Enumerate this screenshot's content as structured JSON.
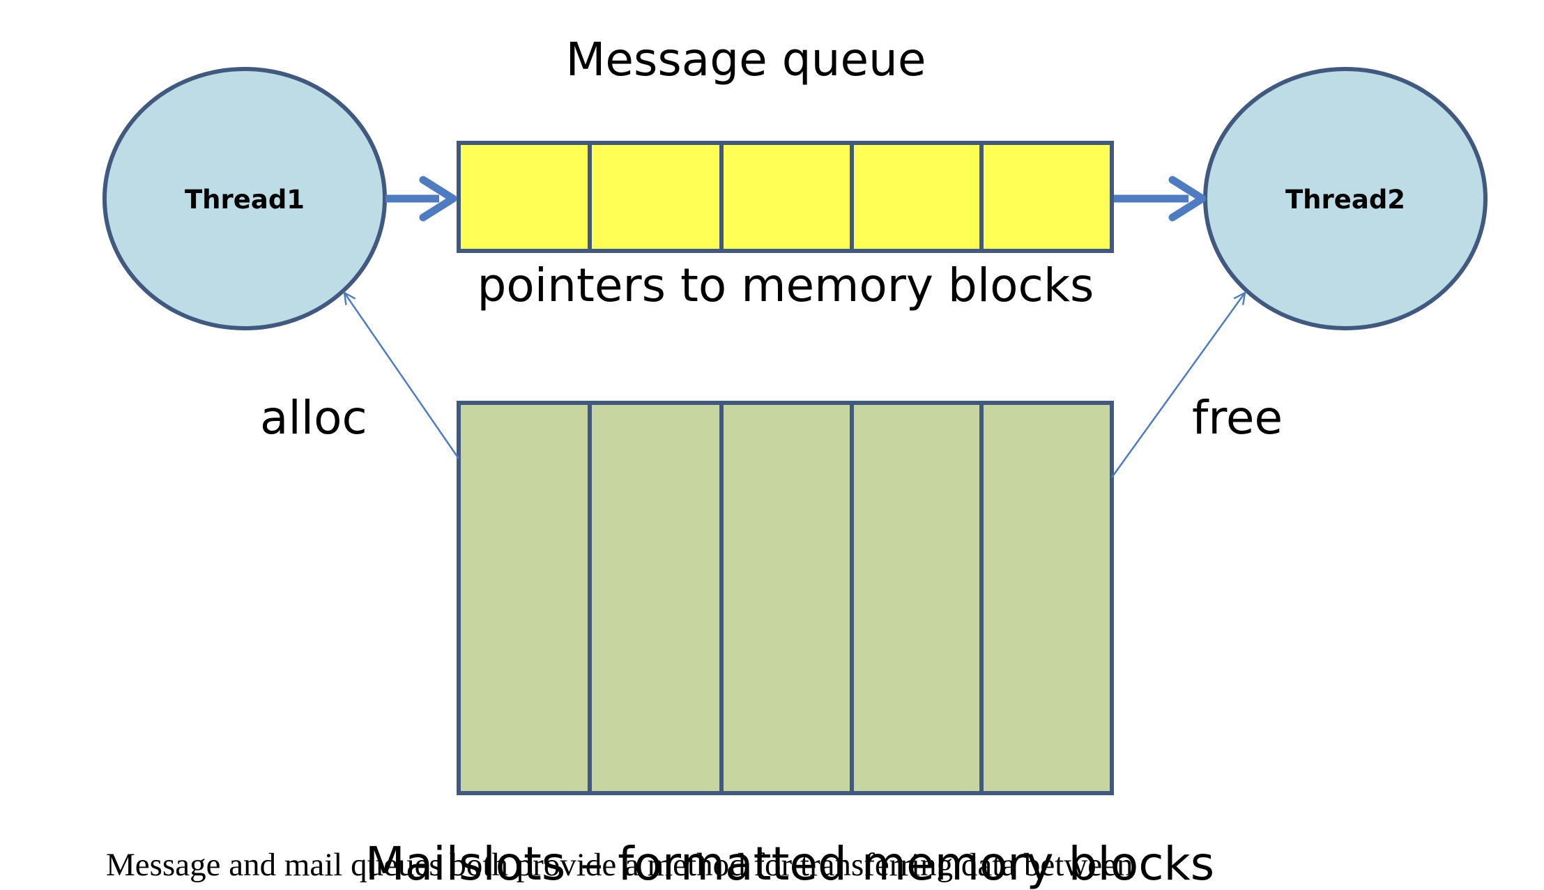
{
  "diagram": {
    "title": "Message queue",
    "queue_label": "pointers to memory blocks",
    "mailslots_label": "Mailslots – formatted memory blocks",
    "alloc_label": "alloc",
    "free_label": "free",
    "thread1_label": "Thread1",
    "thread2_label": "Thread2",
    "queue_slot_count": 5,
    "mailslot_count": 5,
    "colors": {
      "outline": "#41587f",
      "thread_fill": "#bddce6",
      "queue_fill": "#ffff55",
      "mailslot_fill": "#c7d6a0",
      "arrow": "#4e7bc2"
    }
  },
  "caption": {
    "text": "Message and mail queues both provide a method for transferring data between"
  }
}
